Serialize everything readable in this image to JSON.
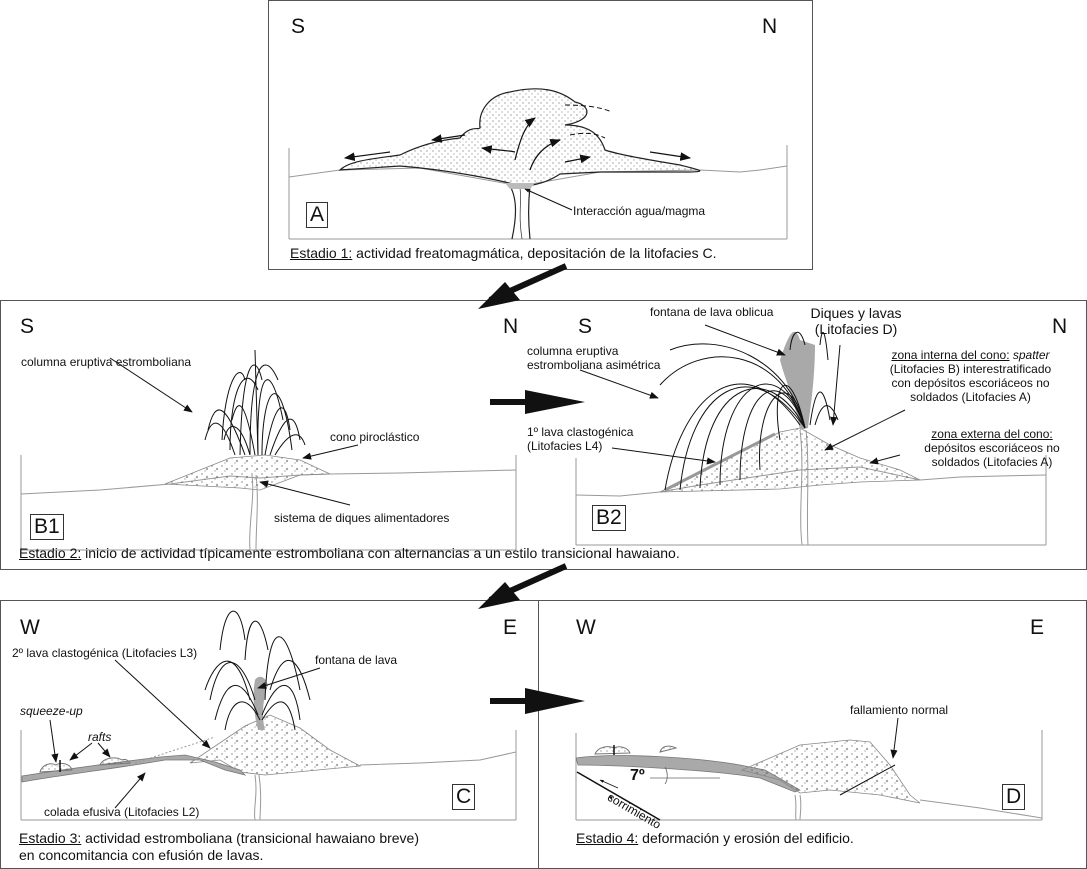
{
  "stage1": {
    "dir_left": "S",
    "dir_right": "N",
    "panel_label": "A",
    "annotation": "Interacción agua/magma",
    "caption_title": "Estadio 1:",
    "caption_text": " actividad freatomagmática, depositación de la litofacies C."
  },
  "stage2": {
    "b1": {
      "dir_left": "S",
      "dir_right": "N",
      "panel_label": "B1",
      "annotations": {
        "column": "columna eruptiva estromboliana",
        "cone": "cono piroclástico",
        "dikes": "sistema de diques alimentadores"
      }
    },
    "b2": {
      "dir_left": "S",
      "dir_right": "N",
      "panel_label": "B2",
      "annotations": {
        "fountain": "fontana de lava oblicua",
        "dikes_line1": "Diques y lavas",
        "dikes_line2": "(Litofacies D)",
        "column_line1": "columna eruptiva",
        "column_line2": "estromboliana asimétrica",
        "lava_line1": "1º lava clastogénica",
        "lava_line2": "(Litofacies L4)",
        "inner_title": "zona interna del cono:",
        "inner_spatter": " spatter",
        "inner_line2": "(Litofacies B) interestratificado",
        "inner_line3": "con depósitos escoriáceos no",
        "inner_line4": "soldados (Litofacies A)",
        "outer_title": "zona externa del cono:",
        "outer_line2": "depósitos escoriáceos no",
        "outer_line3": "soldados (Litofacies A)"
      }
    },
    "caption_title": "Estadio 2:",
    "caption_text": " inicio de actividad típicamente estromboliana con alternancias a un estilo transicional hawaiano."
  },
  "stage3": {
    "dir_left": "W",
    "dir_right": "E",
    "panel_label": "C",
    "annotations": {
      "lava2": "2º lava clastogénica (Litofacies L3)",
      "fountain": "fontana de lava",
      "squeeze": "squeeze-up",
      "rafts": "rafts",
      "flow": "colada efusiva (Litofacies L2)"
    },
    "caption_title": "Estadio 3:",
    "caption_text": " actividad estromboliana (transicional hawaiano breve)",
    "caption_line2": "en concomitancia con efusión de lavas."
  },
  "stage4": {
    "dir_left": "W",
    "dir_right": "E",
    "panel_label": "D",
    "annotations": {
      "fault": "fallamiento normal",
      "angle": "7º",
      "thrust": "corrimiento"
    },
    "caption_title": "Estadio 4:",
    "caption_text": " deformación y erosión del edificio."
  },
  "colors": {
    "lava_gray": "#a9a9a9",
    "line": "#111111",
    "frame": "#555555"
  }
}
